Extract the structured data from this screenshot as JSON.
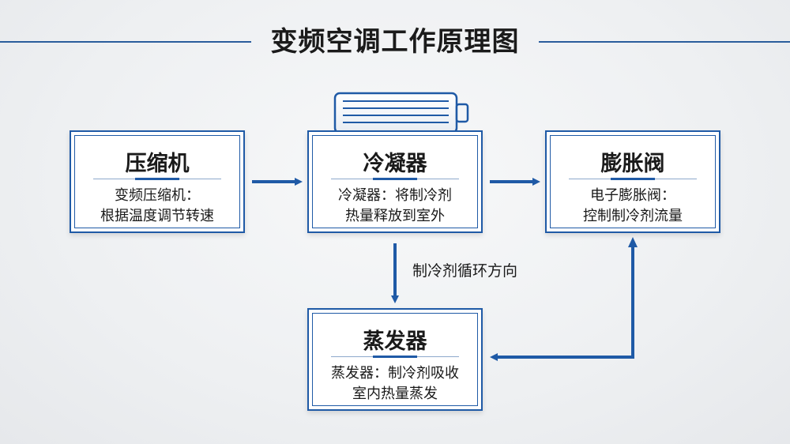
{
  "title": "变频空调工作原理图",
  "flow_label": "制冷剂循环方向",
  "colors": {
    "accent": "#1f5aa6",
    "text": "#1a1a1a",
    "background": "#eef0f2"
  },
  "nodes": [
    {
      "id": "compressor",
      "title": "压缩机",
      "desc_line1": "变频压缩机：",
      "desc_line2": "根据温度调节转速"
    },
    {
      "id": "condenser",
      "title": "冷凝器",
      "desc_line1": "冷凝器：将制冷剂",
      "desc_line2": "热量释放到室外"
    },
    {
      "id": "valve",
      "title": "膨胀阀",
      "desc_line1": "电子膨胀阀：",
      "desc_line2": "控制制冷剂流量"
    },
    {
      "id": "evaporator",
      "title": "蒸发器",
      "desc_line1": "蒸发器：制冷剂吸收",
      "desc_line2": "室内热量蒸发"
    }
  ],
  "edges": [
    {
      "from": "compressor",
      "to": "condenser"
    },
    {
      "from": "condenser",
      "to": "valve"
    },
    {
      "from": "condenser",
      "to": "evaporator"
    },
    {
      "from": "valve",
      "to": "evaporator"
    }
  ],
  "icons": {
    "condenser_unit": "condenser-unit-icon"
  }
}
